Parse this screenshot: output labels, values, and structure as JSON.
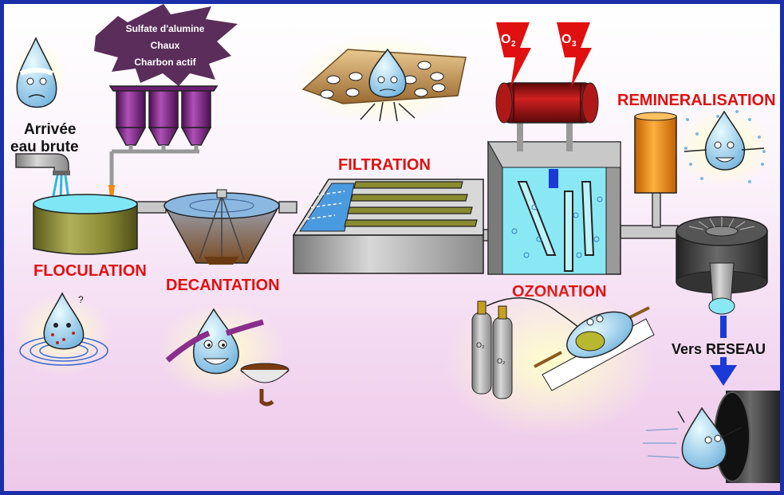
{
  "labels": {
    "arrivee_line1": "Arrivée",
    "arrivee_line2": "eau brute",
    "chemicals": [
      "Sulfate d'alumine",
      "Chaux",
      "Charbon actif"
    ],
    "floculation": "FLOCULATION",
    "decantation": "DECANTATION",
    "filtration": "FILTRATION",
    "ozonation": "OZONATION",
    "remineralisation": "REMINERALISATION",
    "vers_reseau": "Vers RESEAU",
    "o2_main": "O",
    "o2_sub": "2",
    "o3_main": "O",
    "o3_sub": "3",
    "bottle1": "O₂",
    "bottle2": "O₂"
  },
  "colors": {
    "border": "#1a2fa8",
    "label_red": "#e01010",
    "water": "#7fe6f5",
    "silo": "#8a2d8c",
    "tank_olive": "#7c7c2e",
    "ozone_tube": "#8a1010",
    "remin_tank": "#f08a10",
    "arrow_blue": "#1a3ad8"
  },
  "icons": [
    "water-drop-character",
    "silo",
    "pipe",
    "gas-cylinder",
    "lightning-bolt",
    "sewer-pipe"
  ]
}
